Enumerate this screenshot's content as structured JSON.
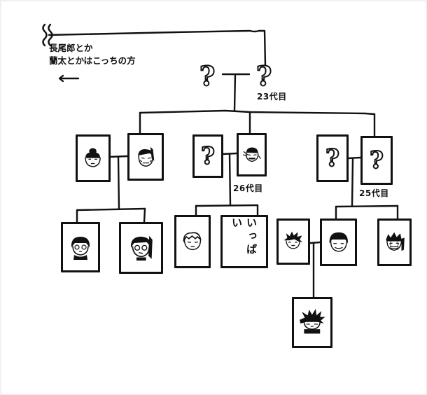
{
  "note": {
    "line1": "長尾郎とか",
    "line2": "蘭太とかはこっちの方",
    "arrow": "←",
    "wavy_mark": "≋"
  },
  "top_pair": {
    "left": {
      "symbol": "?"
    },
    "right": {
      "symbol": "?",
      "generation_label": "23代目"
    }
  },
  "row2": {
    "family_a": [
      {
        "type": "face",
        "face": "woman-hair-bun"
      },
      {
        "type": "face",
        "face": "elder-ponytail"
      }
    ],
    "family_b": [
      {
        "type": "unknown",
        "symbol": "?"
      },
      {
        "type": "face",
        "face": "scarred-elder",
        "generation_label": "26代目"
      }
    ],
    "family_c": [
      {
        "type": "unknown",
        "symbol": "?"
      },
      {
        "type": "unknown",
        "symbol": "?",
        "generation_label": "25代目"
      }
    ]
  },
  "row3": {
    "family_a_children": [
      {
        "type": "face",
        "face": "boy-glasses-collar"
      },
      {
        "type": "face",
        "face": "girl-glasses-ponytail"
      }
    ],
    "family_b_children": [
      {
        "type": "face",
        "face": "messy-hair-boy"
      },
      {
        "type": "text",
        "text": "いっぱい"
      }
    ],
    "family_c": [
      {
        "type": "face",
        "face": "spiky-hair-smiling-woman"
      },
      {
        "type": "face",
        "face": "bowl-cut-man"
      },
      {
        "type": "face",
        "face": "scarred-spiky-man"
      }
    ]
  },
  "row4": {
    "child": {
      "type": "face",
      "face": "spiky-hair-boy-collar"
    }
  },
  "colors": {
    "ink": "#111111",
    "paper": "#ffffff",
    "frame": "#f0f0f0"
  }
}
